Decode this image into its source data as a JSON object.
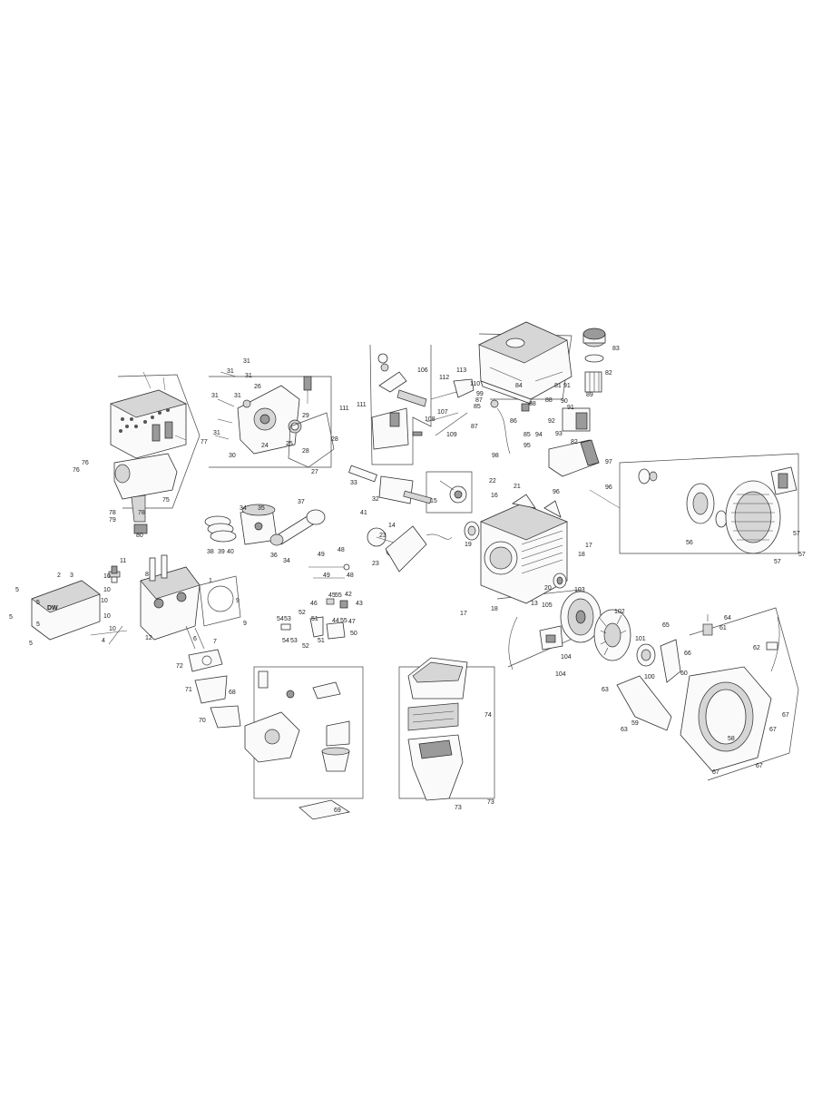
{
  "diagram": {
    "callouts": {
      "c1": "1",
      "c2": "2",
      "c3": "3",
      "c4": "4",
      "c5": "5",
      "c6": "6",
      "c7": "7",
      "c8": "8",
      "c9": "9",
      "c10": "10",
      "c11": "11",
      "c12": "12",
      "c13": "13",
      "c14": "14",
      "c15": "15",
      "c16": "16",
      "c17": "17",
      "c18": "18",
      "c19": "19",
      "c20": "20",
      "c21": "21",
      "c22": "22",
      "c23": "23",
      "c24": "24",
      "c25": "25",
      "c26": "26",
      "c27": "27",
      "c28": "28",
      "c29": "29",
      "c30": "30",
      "c31": "31",
      "c32": "32",
      "c33": "33",
      "c34": "34",
      "c35": "35",
      "c36": "36",
      "c37": "37",
      "c38": "38",
      "c39": "39",
      "c40": "40",
      "c41": "41",
      "c42": "42",
      "c43": "43",
      "c44": "44",
      "c45": "45",
      "c46": "46",
      "c47": "47",
      "c48": "48",
      "c49": "49",
      "c50": "50",
      "c51": "51",
      "c52": "52",
      "c53": "53",
      "c54": "54",
      "c55": "55",
      "c56": "56",
      "c57": "57",
      "c58": "58",
      "c59": "59",
      "c60": "60",
      "c61": "61",
      "c62": "62",
      "c63": "63",
      "c64": "64",
      "c65": "65",
      "c66": "66",
      "c67": "67",
      "c68": "68",
      "c69": "69",
      "c70": "70",
      "c71": "71",
      "c72": "72",
      "c73": "73",
      "c74": "74",
      "c75": "75",
      "c76": "76",
      "c77": "77",
      "c78": "78",
      "c79": "79",
      "c80": "80",
      "c81": "81",
      "c82": "82",
      "c83": "83",
      "c84": "84",
      "c85": "85",
      "c86": "86",
      "c87": "87",
      "c88": "88",
      "c89": "89",
      "c90": "90",
      "c91": "91",
      "c92": "92",
      "c93": "93",
      "c94": "94",
      "c95": "95",
      "c96": "96",
      "c97": "97",
      "c98": "98",
      "c99": "99",
      "c100": "100",
      "c101": "101",
      "c102": "102",
      "c103": "103",
      "c104": "104",
      "c105": "105",
      "c106": "106",
      "c107": "107",
      "c108": "108",
      "c109": "109",
      "c110": "110",
      "c111": "111",
      "c112": "112",
      "c113": "113"
    },
    "muffler_logo": "DW"
  }
}
